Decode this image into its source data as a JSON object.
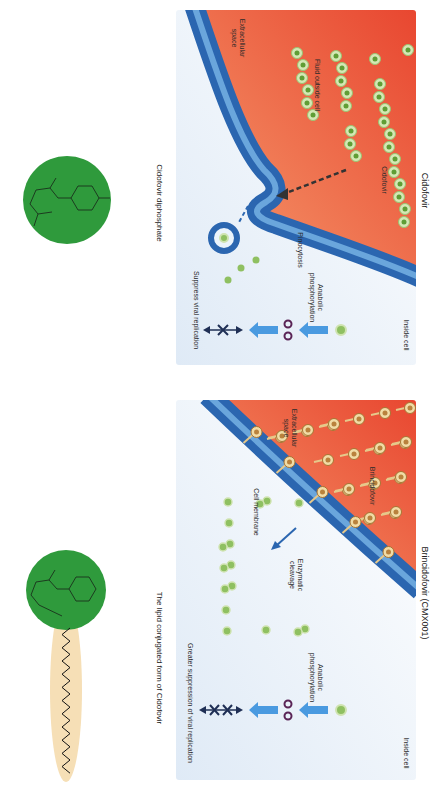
{
  "diagram": {
    "nodes": [
      {
        "text": [
          "Cidofovir"
        ]
      },
      {
        "text": [
          "Brincidofovir (CMX001)"
        ]
      },
      {
        "text": [
          "Cidofovir diphosphate"
        ]
      },
      {
        "text": [
          "The lipid conjugated form of Cidofovir"
        ]
      }
    ],
    "labels": [
      "Cidofovir",
      "Fluid outside cell",
      "Extracellular space",
      "Pinocytosis",
      "Inside cell",
      "Anabolic phosphorylation",
      "Suppress viral replication",
      "Brincidofovir",
      "Extracellular space",
      "Cell membrane",
      "Enzymatic cleavage",
      "Inside cell",
      "Anabolic phosphorylation",
      "Greater suppression of viral replication"
    ]
  }
}
